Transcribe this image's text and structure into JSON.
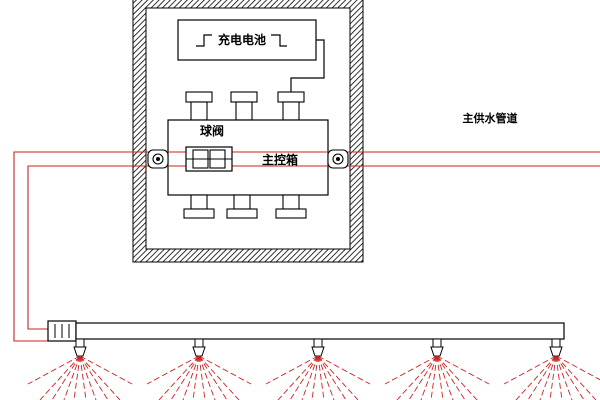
{
  "labels": {
    "battery": "充电电池",
    "ball_valve": "球阀",
    "main_control_box": "主控箱",
    "main_water_pipe": "主供水管道"
  },
  "nozzles": {
    "count": 5
  },
  "colors": {
    "pipe_red": "#cc2222",
    "spray_red": "#cc2222",
    "outline": "#000000",
    "hatch": "#000000"
  }
}
